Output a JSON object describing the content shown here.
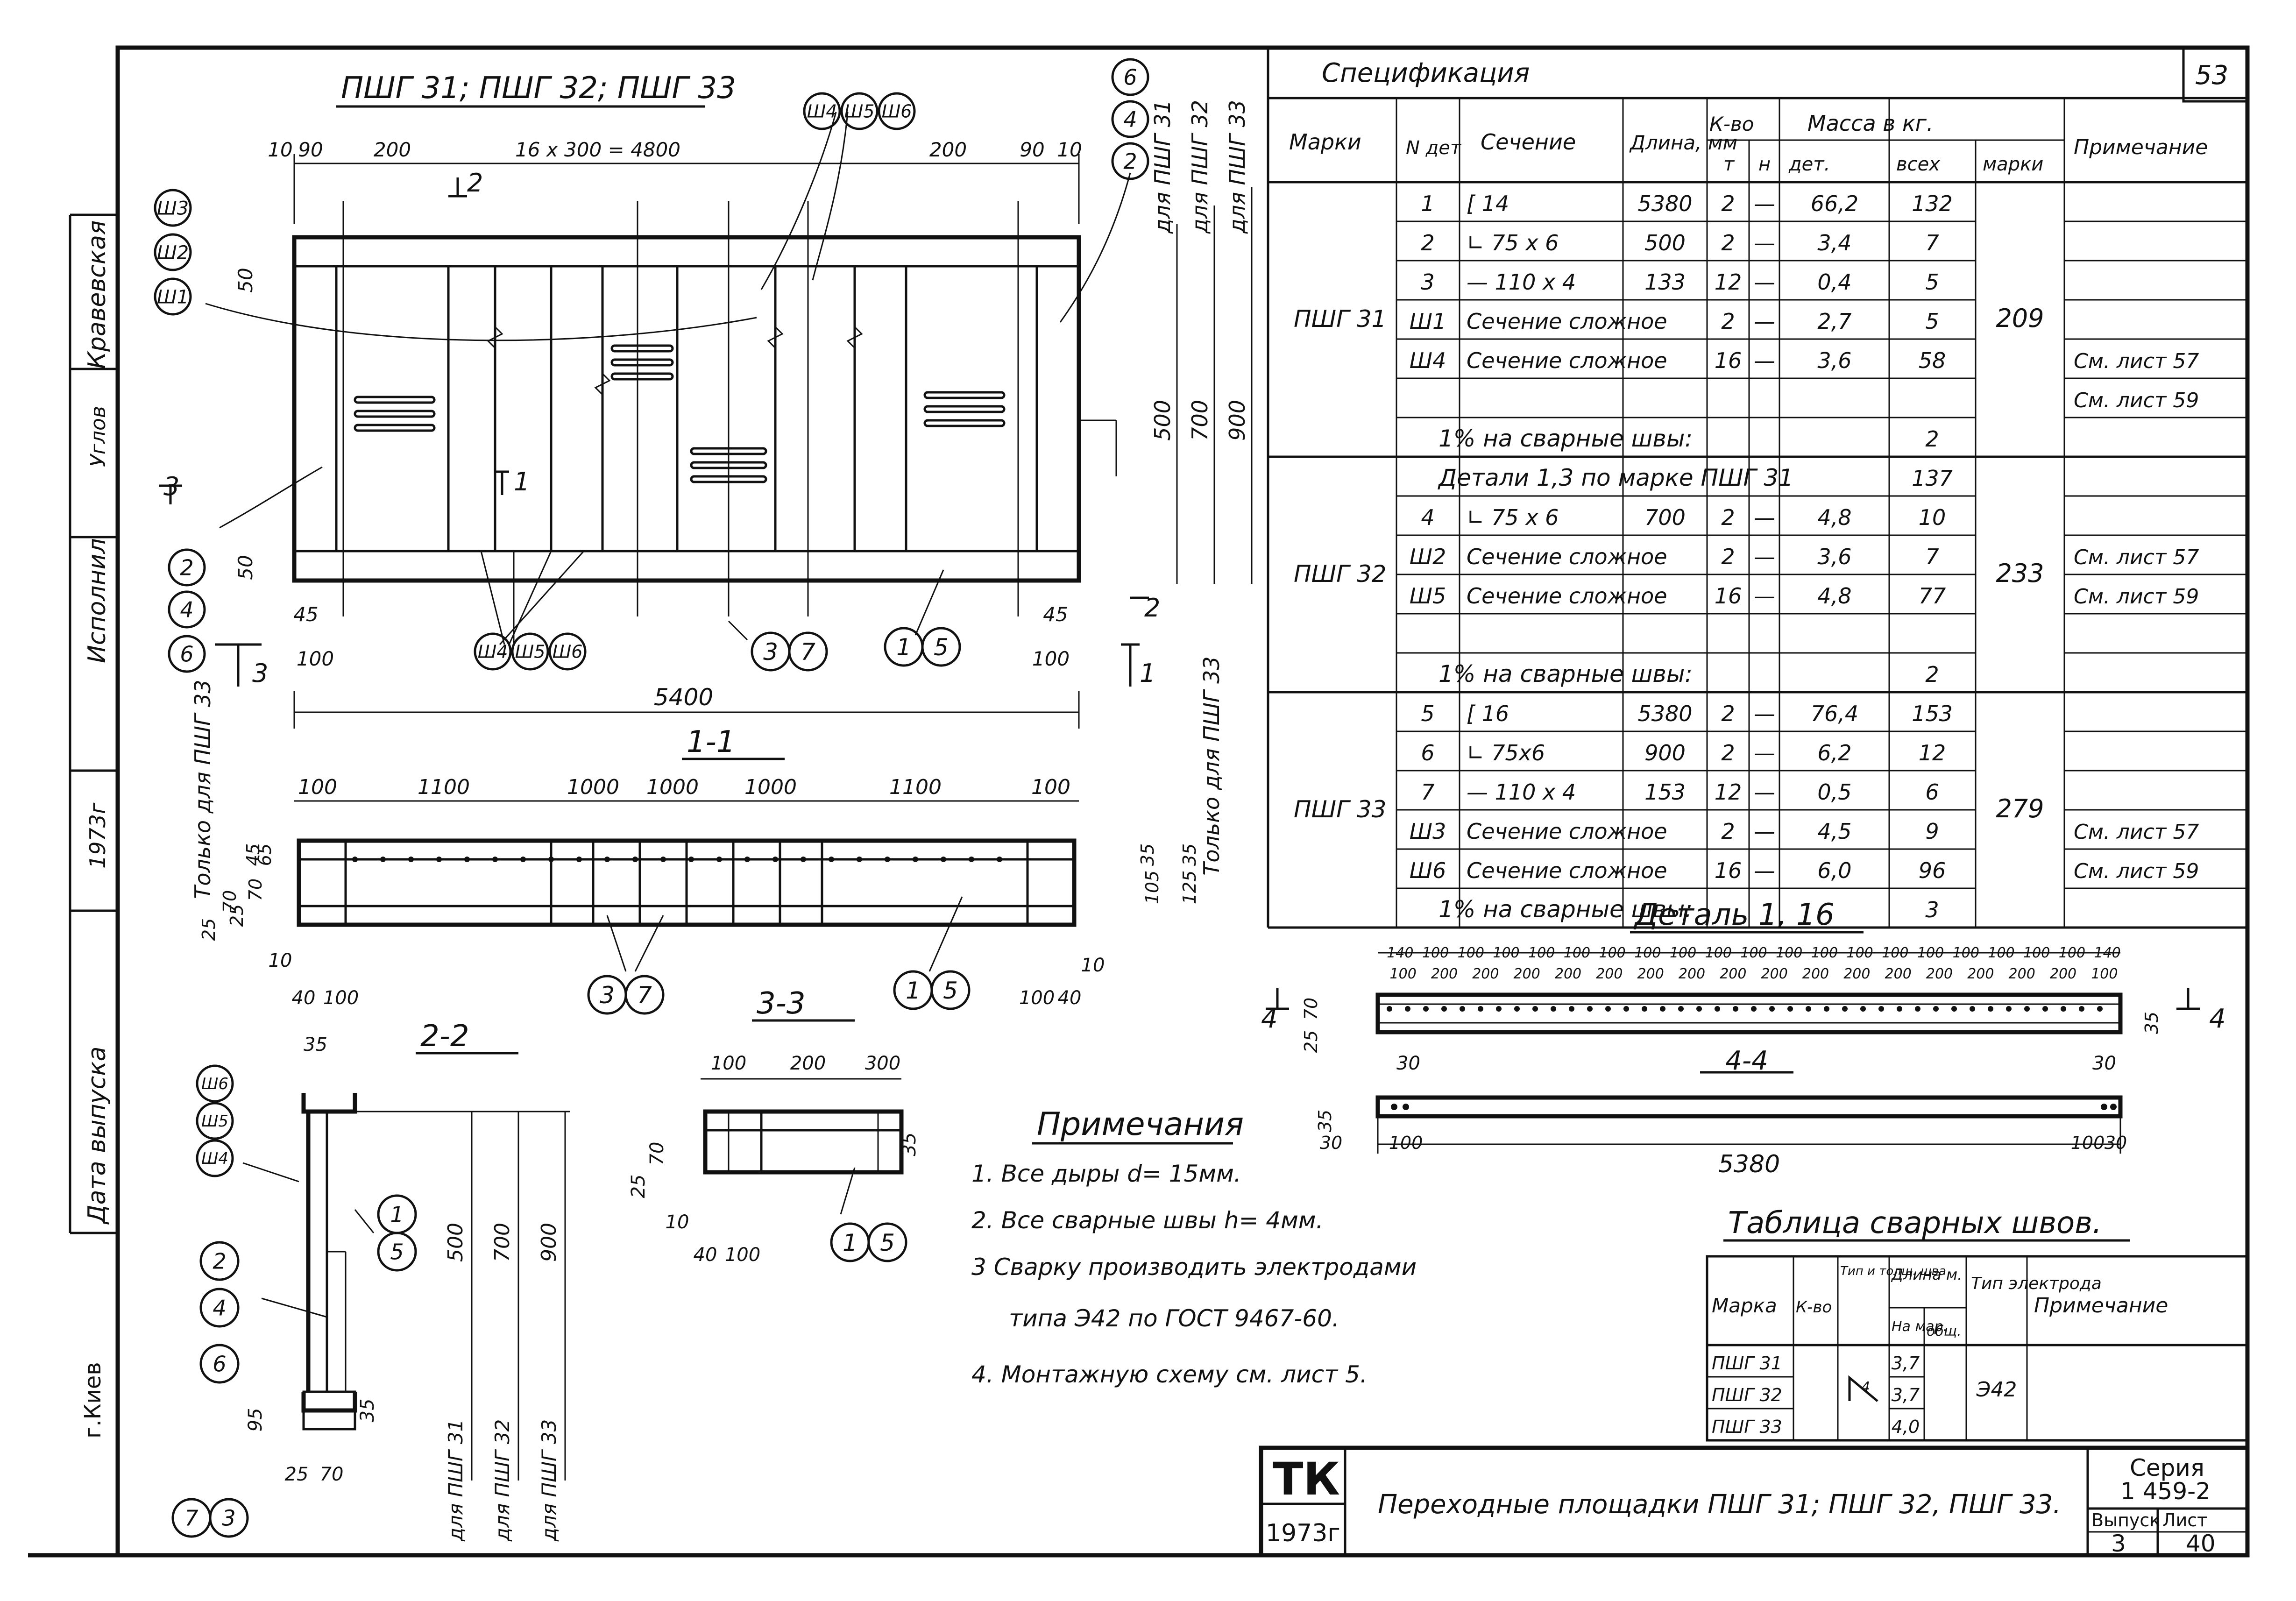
{
  "sheet_number": "53",
  "left_strip": {
    "city": "г.Киев",
    "date_label": "Дата выпуска",
    "executor_label": "Исполнил",
    "year": "1973г",
    "name": "Кравевская",
    "checked": "Углов"
  },
  "main_view": {
    "title": "ПШГ 31; ПШГ 32; ПШГ 33",
    "dims_top": [
      "10",
      "90",
      "200",
      "16 x 300 = 4800",
      "200",
      "90",
      "10"
    ],
    "total_length": "5400",
    "side_dims": [
      "500",
      "700",
      "900"
    ],
    "side_labels": [
      "для ПШГ 31",
      "для ПШГ 32",
      "для ПШГ 33"
    ],
    "marks_left": [
      "Ш3",
      "Ш2",
      "Ш1"
    ],
    "marks_right": [
      "6",
      "4",
      "2"
    ],
    "marks_top_center": [
      "Ш4",
      "Ш5",
      "Ш6"
    ],
    "marks_left_bottom": [
      "2",
      "4",
      "6"
    ],
    "marks_bottom_center": [
      "Ш4",
      "Ш5",
      "Ш6"
    ],
    "marks_37": [
      "3",
      "7"
    ],
    "marks_15": [
      "1",
      "5"
    ],
    "edge_dims": [
      "50",
      "50",
      "45",
      "45",
      "100",
      "100"
    ],
    "section_marks": [
      "1",
      "2",
      "3",
      "2",
      "1",
      "3"
    ],
    "only_label": "Только для ПШГ 33"
  },
  "section_1_1": {
    "title": "1-1",
    "dims": [
      "100",
      "1100",
      "1000",
      "1000",
      "1000",
      "1100",
      "100"
    ],
    "left_dims": [
      "25",
      "70",
      "65",
      "25",
      "70",
      "45"
    ],
    "right_dims": [
      "105",
      "35",
      "125",
      "35"
    ],
    "bottom_dims": [
      "10",
      "40",
      "100",
      "100",
      "40",
      "10"
    ],
    "only_label": "Только для ПШГ 33"
  },
  "section_2_2": {
    "title": "2-2",
    "top_dim": "35",
    "marks_a": [
      "Ш4",
      "Ш5",
      "Ш6"
    ],
    "marks_b": [
      "2",
      "4",
      "6"
    ],
    "marks_c": [
      "1",
      "5"
    ],
    "marks_d": [
      "7",
      "3"
    ],
    "dims": [
      "95",
      "35",
      "25",
      "70"
    ],
    "heights": [
      "500",
      "700",
      "900"
    ],
    "height_labels": [
      "для ПШГ 31",
      "для ПШГ 32",
      "для ПШГ 33"
    ]
  },
  "section_3_3": {
    "title": "3-3",
    "dims": [
      "100",
      "200",
      "300",
      "35",
      "25",
      "70",
      "10",
      "40",
      "100"
    ],
    "marks": [
      "1",
      "5"
    ]
  },
  "notes": {
    "title": "Примечания",
    "items": [
      "1. Все дыры d= 15мм.",
      "2. Все сварные швы h= 4мм.",
      "3 Сварку производить электродами",
      "типа Э42 по ГОСТ 9467-60.",
      "4. Монтажную схему см. лист 5."
    ]
  },
  "spec": {
    "title": "Спецификация",
    "headers": {
      "marks": "Марки",
      "num": "N дет",
      "section": "Сечение",
      "length": "Длина, мм",
      "qty": "К-во",
      "qty_t": "т",
      "qty_n": "н",
      "mass": "Масса в кг.",
      "mass_det": "дет.",
      "mass_all": "всех",
      "mass_mark": "марки",
      "note": "Примечание"
    },
    "groups": [
      {
        "mark": "ПШГ 31",
        "total": "209",
        "rows": [
          [
            "1",
            "[ 14",
            "5380",
            "2",
            "—",
            "66,2",
            "132",
            ""
          ],
          [
            "2",
            "∟ 75 x 6",
            "500",
            "2",
            "—",
            "3,4",
            "7",
            ""
          ],
          [
            "3",
            "— 110 x 4",
            "133",
            "12",
            "—",
            "0,4",
            "5",
            ""
          ],
          [
            "Ш1",
            "Сечение сложное",
            "",
            "2",
            "—",
            "2,7",
            "5",
            ""
          ],
          [
            "Ш4",
            "Сечение сложное",
            "",
            "16",
            "—",
            "3,6",
            "58",
            "См. лист 57"
          ],
          [
            "",
            "",
            "",
            "",
            "",
            "",
            "",
            "См. лист 59"
          ],
          [
            "1% на сварные швы:",
            "",
            "",
            "",
            "",
            "",
            "2",
            ""
          ]
        ]
      },
      {
        "mark": "ПШГ 32",
        "total": "233",
        "rows": [
          [
            "Детали 1,3 по марке ПШГ 31",
            "",
            "",
            "",
            "",
            "",
            "137",
            ""
          ],
          [
            "4",
            "∟ 75 x 6",
            "700",
            "2",
            "—",
            "4,8",
            "10",
            ""
          ],
          [
            "Ш2",
            "Сечение сложное",
            "",
            "2",
            "—",
            "3,6",
            "7",
            "См. лист 57"
          ],
          [
            "Ш5",
            "Сечение сложное",
            "",
            "16",
            "—",
            "4,8",
            "77",
            "См. лист 59"
          ],
          [
            "",
            "",
            "",
            "",
            "",
            "",
            "",
            ""
          ],
          [
            "1% на сварные швы:",
            "",
            "",
            "",
            "",
            "",
            "2",
            ""
          ]
        ]
      },
      {
        "mark": "ПШГ 33",
        "total": "279",
        "rows": [
          [
            "5",
            "[ 16",
            "5380",
            "2",
            "—",
            "76,4",
            "153",
            ""
          ],
          [
            "6",
            "∟ 75x6",
            "900",
            "2",
            "—",
            "6,2",
            "12",
            ""
          ],
          [
            "7",
            "— 110 x 4",
            "153",
            "12",
            "—",
            "0,5",
            "6",
            ""
          ],
          [
            "Ш3",
            "Сечение сложное",
            "",
            "2",
            "—",
            "4,5",
            "9",
            "См. лист 57"
          ],
          [
            "Ш6",
            "Сечение сложное",
            "",
            "16",
            "—",
            "6,0",
            "96",
            "См. лист 59"
          ],
          [
            "1% на сварные швы:",
            "",
            "",
            "",
            "",
            "",
            "3",
            ""
          ]
        ]
      }
    ]
  },
  "detail": {
    "title": "Деталь 1, 16",
    "top_dims_a": [
      "140",
      "100",
      "100",
      "100",
      "100",
      "100",
      "100",
      "100",
      "100",
      "100",
      "100",
      "100",
      "100",
      "100",
      "100",
      "100",
      "100",
      "100",
      "100",
      "100",
      "140"
    ],
    "top_dims_b": [
      "100",
      "200",
      "200",
      "200",
      "200",
      "200",
      "200",
      "200",
      "200",
      "200",
      "200",
      "200",
      "200",
      "200",
      "200",
      "200",
      "200",
      "100"
    ],
    "section_label": "4-4",
    "mark": "4",
    "left_dims": [
      "25",
      "70"
    ],
    "right_dim": "35",
    "end_dims": [
      "30",
      "30"
    ],
    "lower_dims": [
      "35",
      "30",
      "100",
      "100",
      "30"
    ],
    "length": "5380"
  },
  "weld_table": {
    "title": "Таблица сварных швов.",
    "headers": {
      "mark": "Марка",
      "qty": "К-во",
      "type": "Тип и толщ. шва",
      "length": "Длина м.",
      "on_mark": "На мар.",
      "total": "общ.",
      "electrode": "Тип электрода",
      "note": "Примечание"
    },
    "rows": [
      [
        "ПШГ 31",
        "3,7"
      ],
      [
        "ПШГ 32",
        "3,7"
      ],
      [
        "ПШГ 33",
        "4,0"
      ]
    ],
    "weld_symbol": "4",
    "electrode": "Э42"
  },
  "title_block": {
    "logo": "ТК",
    "year": "1973г",
    "title": "Переходные площадки ПШГ 31; ПШГ 32, ПШГ 33.",
    "series_label": "Серия",
    "series": "1 459-2",
    "issue_label": "Выпуск",
    "sheet_label": "Лист",
    "issue": "3",
    "sheet": "40"
  }
}
